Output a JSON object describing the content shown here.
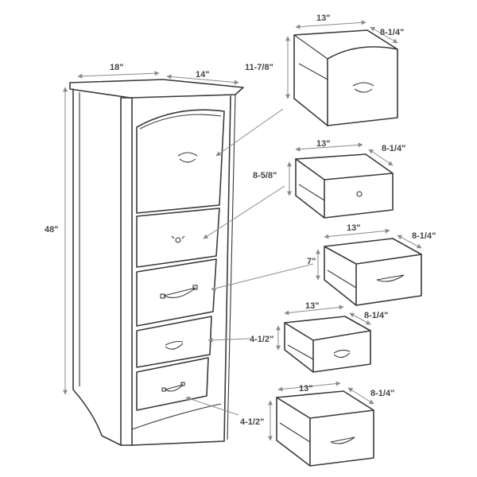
{
  "cabinet": {
    "width_label": "18\"",
    "depth_label": "14\"",
    "height_label": "48\""
  },
  "drawers": [
    {
      "width_label": "13\"",
      "depth_label": "8-1/4\"",
      "height_label": "11-7/8\"",
      "pull": "cup-pull-icon"
    },
    {
      "width_label": "13\"",
      "depth_label": "8-1/4\"",
      "height_label": "8-5/8\"",
      "pull": "ring-pull-icon"
    },
    {
      "width_label": "13\"",
      "depth_label": "8-1/4\"",
      "height_label": "7\"",
      "pull": "bail-pull-icon"
    },
    {
      "width_label": "13\"",
      "depth_label": "8-1/4\"",
      "height_label": "4-1/2\"",
      "pull": "cup-pull-icon"
    },
    {
      "width_label": "13\"",
      "depth_label": "8-1/4\"",
      "height_label": "4-1/2\"",
      "pull": "bail-pull-icon"
    }
  ],
  "colors": {
    "line": "#3a3a3a",
    "dimension": "#8a8a8a",
    "background": "#ffffff"
  }
}
